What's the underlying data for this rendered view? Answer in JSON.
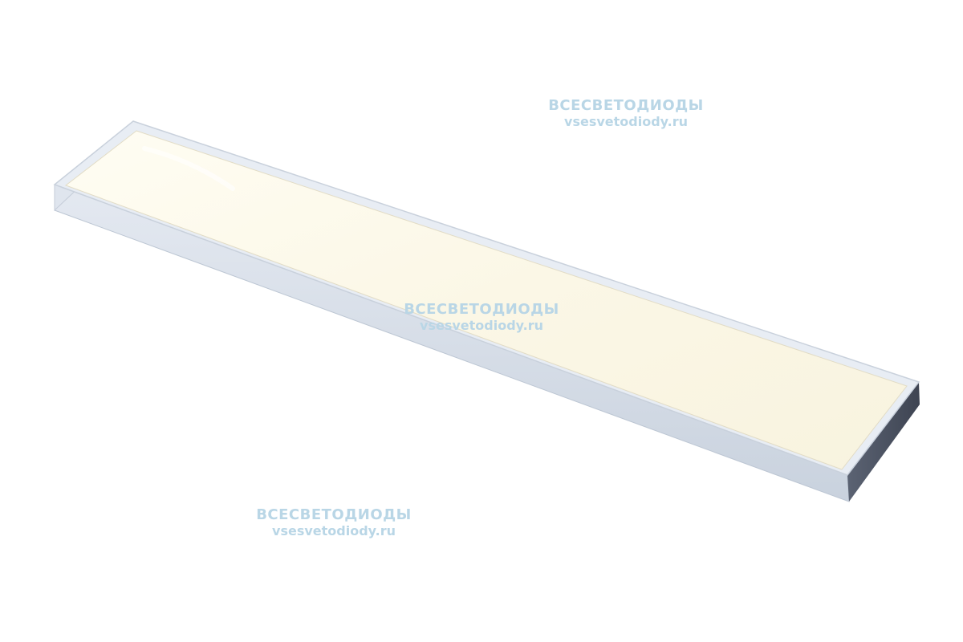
{
  "image": {
    "subject": "led-panel-light",
    "colors": {
      "background": "#ffffff",
      "diffuser": "#fbf8ea",
      "frame_top": "#e6ebf2",
      "frame_side": "#d2dae5",
      "frame_end": "#4e5564",
      "watermark": "#b9d6e6"
    }
  },
  "watermarks": [
    {
      "line1": "ВСЕСВЕТОДИОДЫ",
      "line2": "vsesvetodiody.ru"
    },
    {
      "line1": "ВСЕСВЕТОДИОДЫ",
      "line2": "vsesvetodiody.ru"
    },
    {
      "line1": "ВСЕСВЕТОДИОДЫ",
      "line2": "vsesvetodiody.ru"
    }
  ]
}
